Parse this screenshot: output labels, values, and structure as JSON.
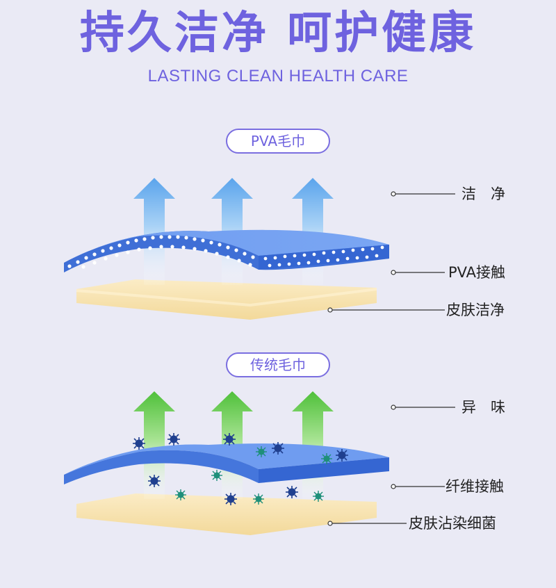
{
  "header": {
    "title": "持久洁净 呵护健康",
    "subtitle": "LASTING CLEAN HEALTH CARE"
  },
  "pva": {
    "badge": "PVA毛巾",
    "labels": {
      "top": "洁　净",
      "middle": "PVA接触",
      "bottom": "皮肤洁净"
    }
  },
  "traditional": {
    "badge": "传统毛巾",
    "labels": {
      "top": "异　味",
      "middle": "纤维接触",
      "bottom": "皮肤沾染细菌"
    }
  },
  "colors": {
    "accent": "#6e62df",
    "towel_blue": "#4f7fe0",
    "skin": "#f8e4b2",
    "arrow_blue": "#5aa4ec",
    "arrow_green": "#52c23a",
    "bacteria_dark": "#1f3f8f",
    "bacteria_teal": "#1e8f7a"
  }
}
